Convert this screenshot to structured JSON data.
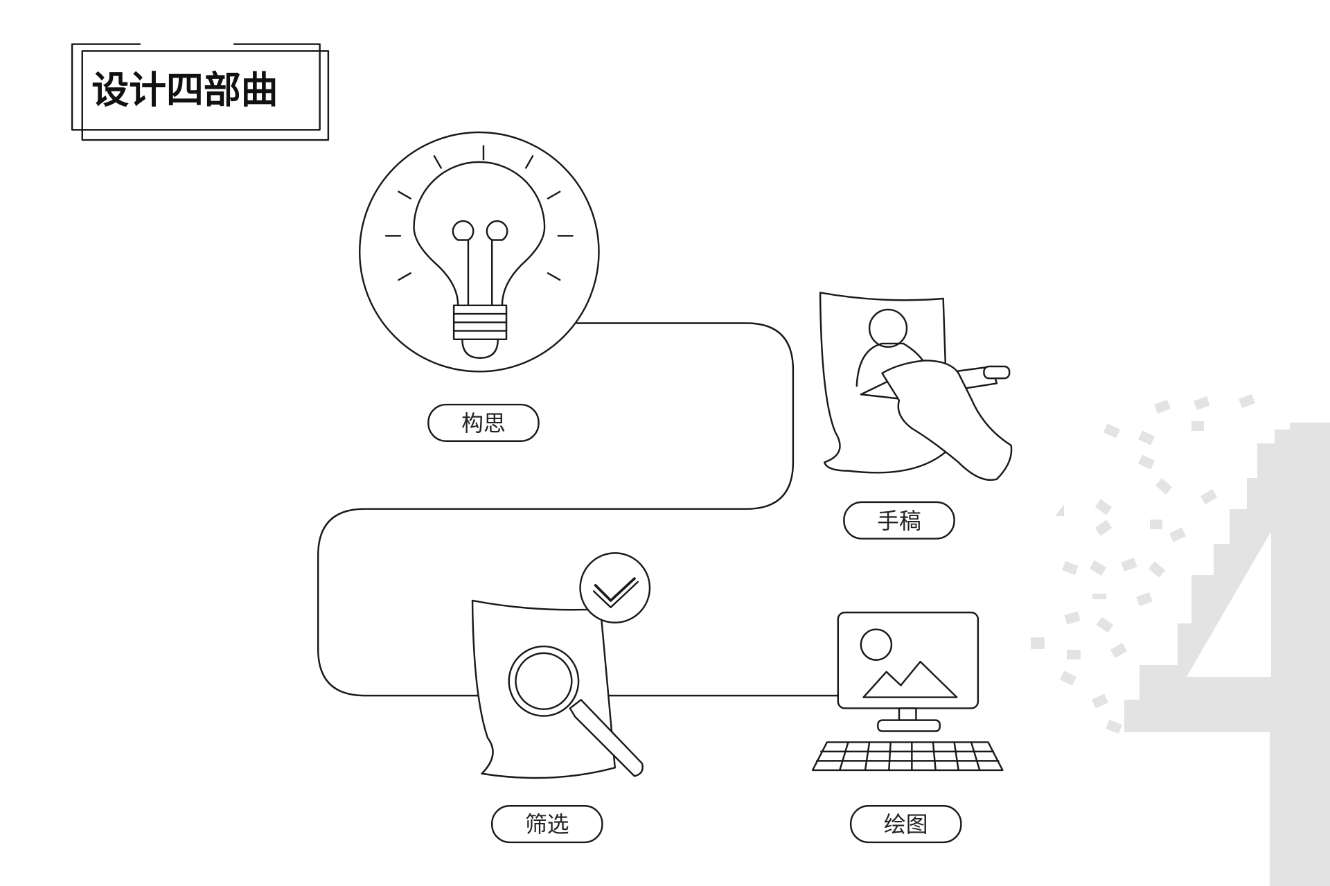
{
  "title": "设计四部曲",
  "steps": [
    {
      "label": "构思",
      "icon": "lightbulb-icon"
    },
    {
      "label": "手稿",
      "icon": "hand-drawing-icon"
    },
    {
      "label": "筛选",
      "icon": "magnifier-check-icon"
    },
    {
      "label": "绘图",
      "icon": "computer-icon"
    }
  ],
  "decoration": {
    "number": "4",
    "color": "#e3e3e3"
  }
}
